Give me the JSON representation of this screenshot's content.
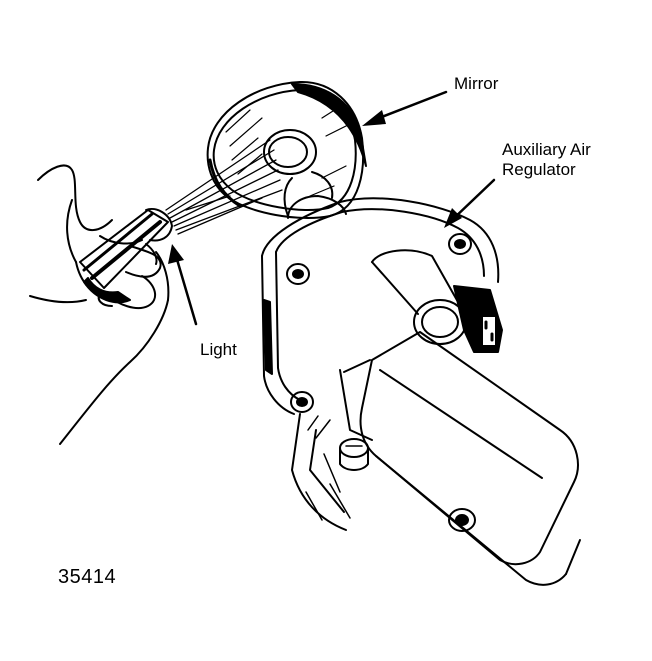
{
  "labels": {
    "mirror": "Mirror",
    "aux_line1": "Auxiliary Air",
    "aux_line2": "Regulator",
    "light": "Light"
  },
  "figure_number": "35414",
  "colors": {
    "ink": "#000000",
    "paper": "#ffffff"
  }
}
